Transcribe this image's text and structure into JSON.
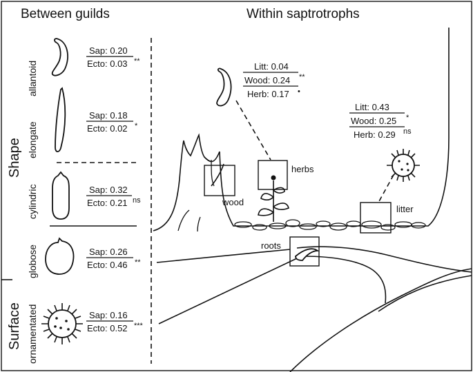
{
  "headers": {
    "between_guilds": "Between guilds",
    "within_saprotrophs": "Within saptrotrophs"
  },
  "categories": {
    "shape": "Shape",
    "surface": "Surface"
  },
  "spore_types": [
    {
      "label": "allantoid",
      "top": "Sap: 0.20",
      "bottom": "Ecto: 0.03",
      "sig": "**"
    },
    {
      "label": "elongate",
      "top": "Sap: 0.18",
      "bottom": "Ecto: 0.02",
      "sig": "*"
    },
    {
      "label": "cylindric",
      "top": "Sap: 0.32",
      "bottom": "Ecto: 0.21",
      "sig": "ns"
    },
    {
      "label": "globose",
      "top": "Sap: 0.26",
      "bottom": "Ecto: 0.46",
      "sig": "**"
    },
    {
      "label": "ornamentated",
      "top": "Sap: 0.16",
      "bottom": "Ecto: 0.52",
      "sig": "***"
    }
  ],
  "within": {
    "allantoid_stats": {
      "line1": "Litt: 0.04",
      "line2": "Wood: 0.24",
      "line2_sig": "**",
      "line3": "Herb: 0.17",
      "line3_sig": "•"
    },
    "ornamented_stats": {
      "line1": "Litt: 0.43",
      "line2": "Wood: 0.25",
      "line2_sig": "*",
      "line3": "Herb: 0.29",
      "line3_sig": "ns"
    }
  },
  "substrates": {
    "wood": "wood",
    "herbs": "herbs",
    "litter": "litter",
    "roots": "roots"
  }
}
